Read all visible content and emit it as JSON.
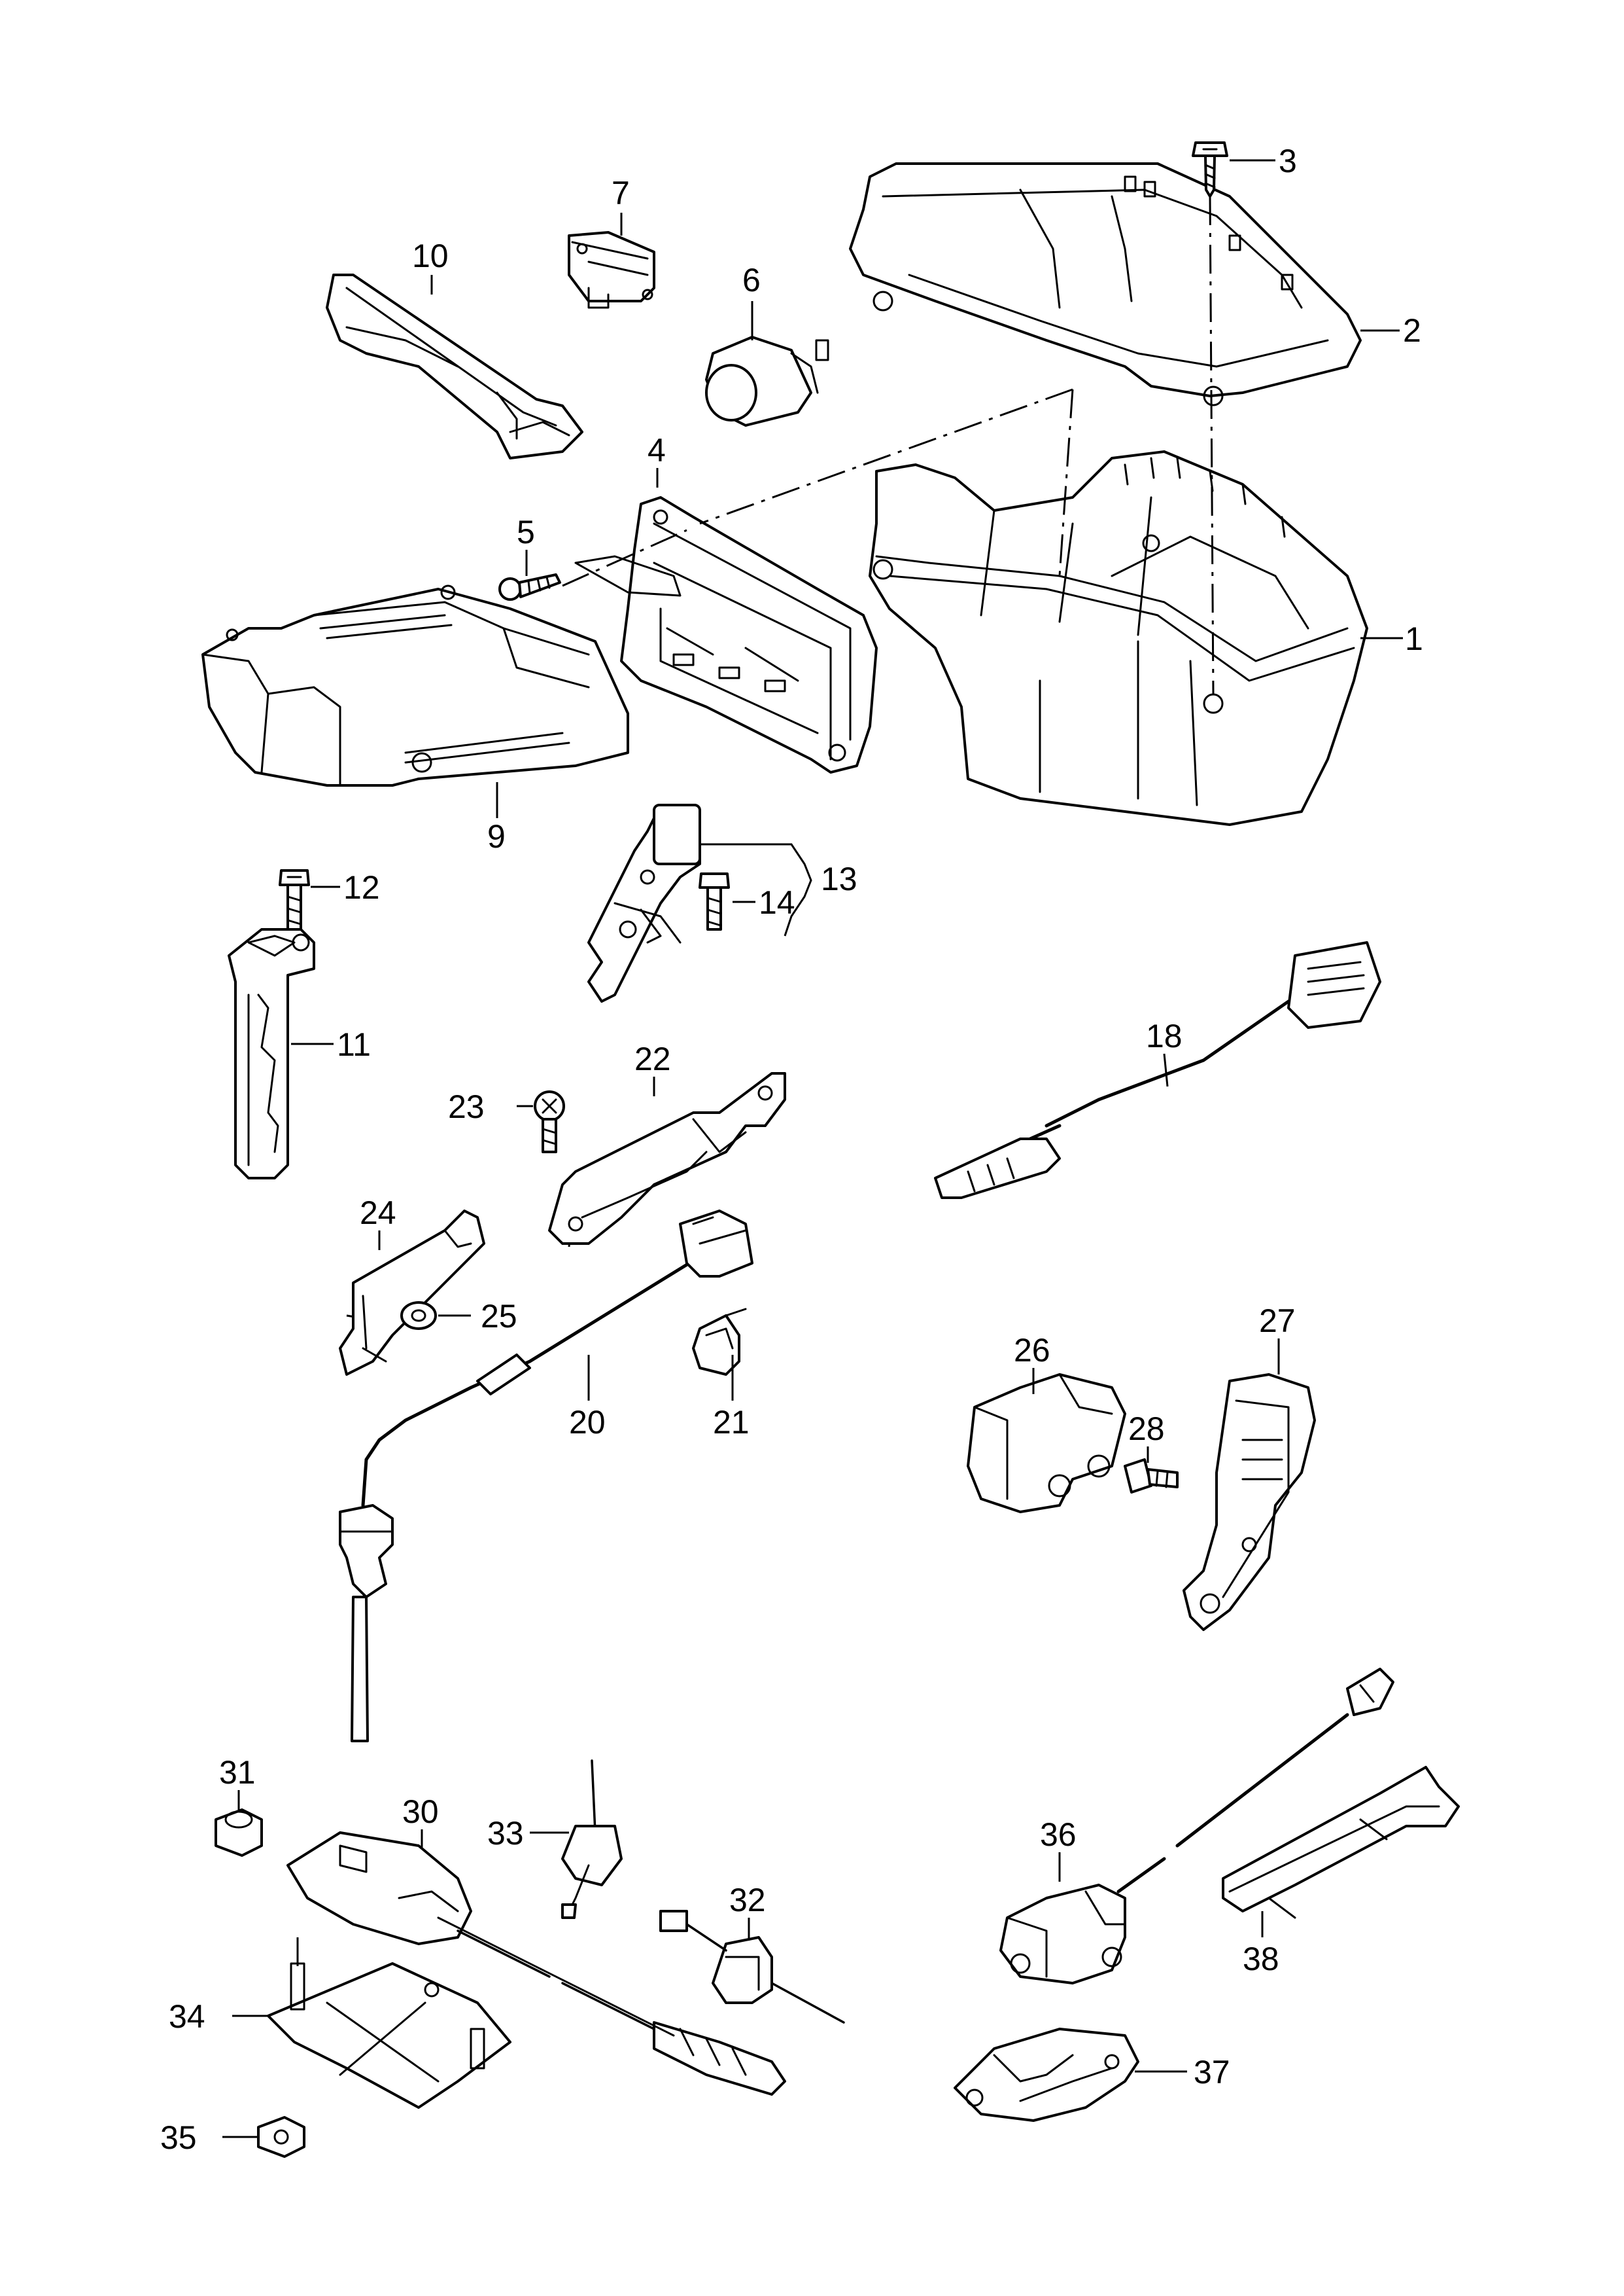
{
  "callouts": {
    "c1": "1",
    "c2": "2",
    "c3": "3",
    "c4": "4",
    "c5": "5",
    "c6": "6",
    "c7": "7",
    "c9": "9",
    "c10": "10",
    "c11": "11",
    "c12": "12",
    "c13": "13",
    "c14": "14",
    "c18": "18",
    "c20": "20",
    "c21": "21",
    "c22": "22",
    "c23": "23",
    "c24": "24",
    "c25": "25",
    "c26": "26",
    "c27": "27",
    "c28": "28",
    "c30": "30",
    "c31": "31",
    "c32": "32",
    "c33": "33",
    "c34": "34",
    "c35": "35",
    "c36": "36",
    "c37": "37",
    "c38": "38"
  },
  "colors": {
    "line": "#000000",
    "background": "#ffffff"
  }
}
